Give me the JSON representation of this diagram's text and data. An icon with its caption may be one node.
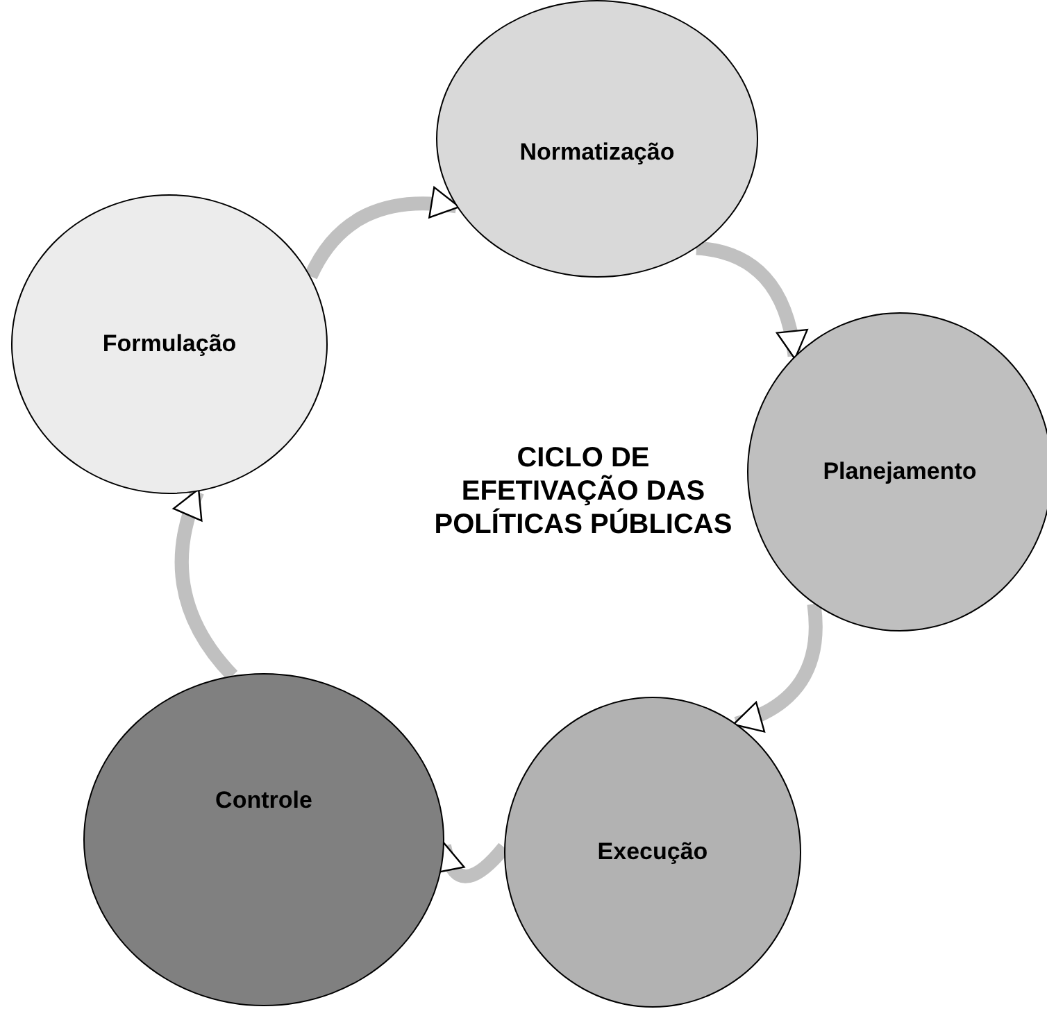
{
  "diagram": {
    "title": "CICLO DE EFETIVAÇÃO DAS POLÍTICAS PÚBLICAS",
    "nodes": [
      {
        "text": [
          "Normatização"
        ]
      },
      {
        "text": [
          "Formulação"
        ]
      },
      {
        "text": [
          "Planejamento"
        ]
      },
      {
        "text": [
          "Controle"
        ]
      },
      {
        "text": [
          "Execução"
        ]
      }
    ],
    "edges": [
      {
        "from": 1,
        "to": 0,
        "arrow": "to"
      },
      {
        "from": 0,
        "to": 2,
        "arrow": "to"
      },
      {
        "from": 2,
        "to": 4,
        "arrow": "to"
      },
      {
        "from": 4,
        "to": 3,
        "arrow": "to"
      },
      {
        "from": 3,
        "to": 1,
        "arrow": "to"
      }
    ]
  }
}
